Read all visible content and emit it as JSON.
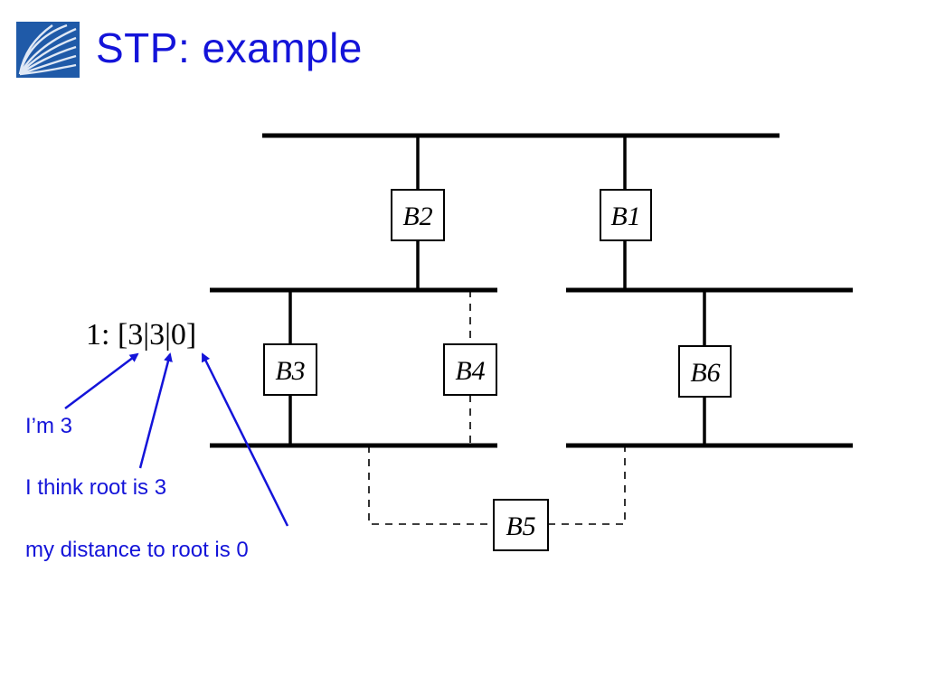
{
  "slide": {
    "title": "STP: example"
  },
  "bridges": {
    "b1": "B1",
    "b2": "B2",
    "b3": "B3",
    "b4": "B4",
    "b5": "B5",
    "b6": "B6"
  },
  "message": "1: [3|3|0]",
  "annotations": {
    "im": "I’m 3",
    "root": "I think root is 3",
    "distance": "my distance to root is 0"
  },
  "colors": {
    "title": "#1414d9",
    "annotation": "#1414d9",
    "logo": "#1f5aa8",
    "diagram": "#000000"
  },
  "legend": {
    "logo_icon": "logo-icon"
  }
}
